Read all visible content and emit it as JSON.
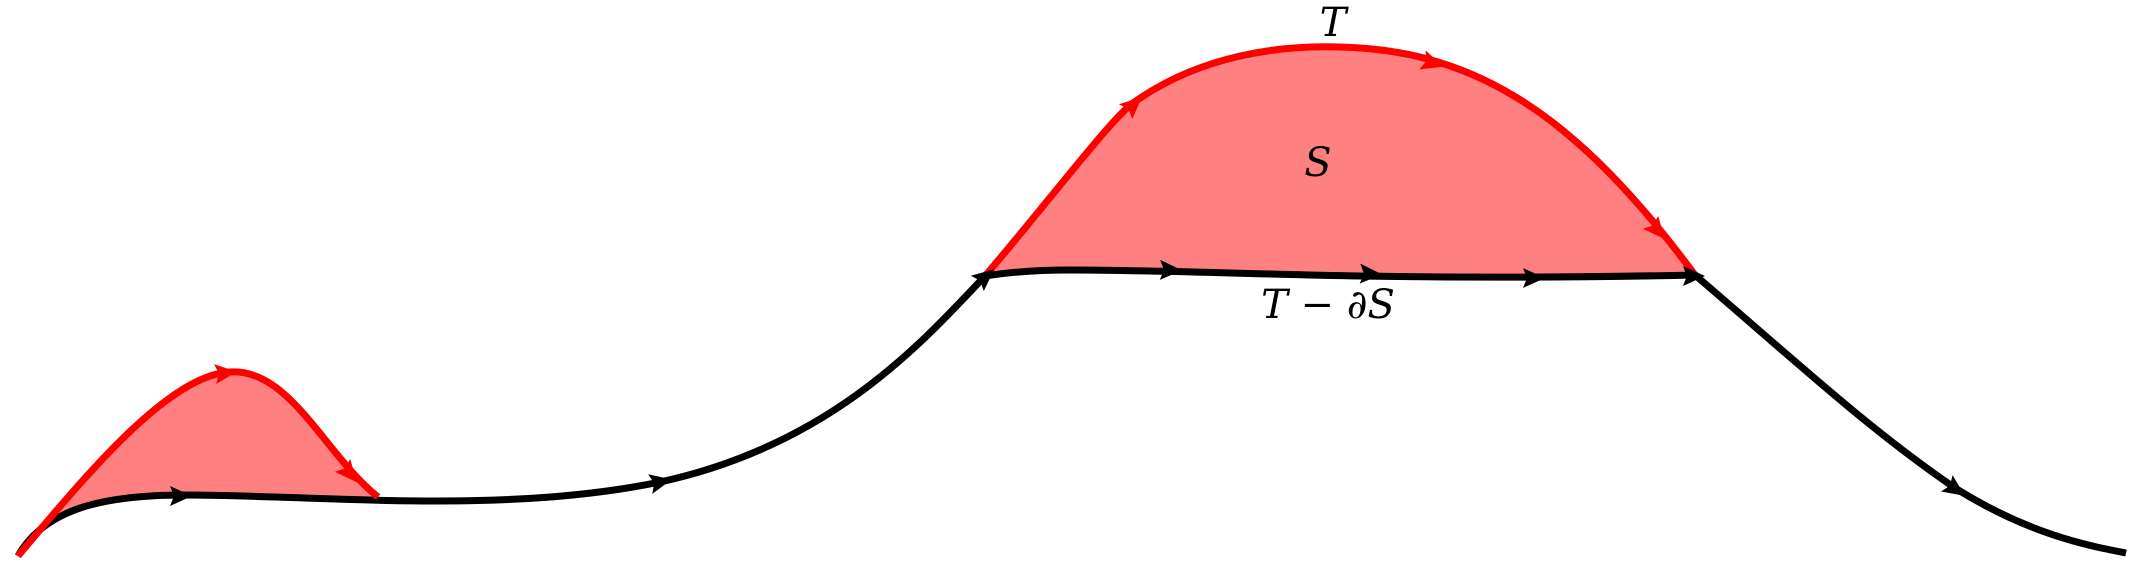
{
  "labels": {
    "top_curve": "T",
    "region": "S",
    "bottom_curve": "T − ∂S"
  },
  "colors": {
    "curve": "#000000",
    "boundary": "#ff0000",
    "region_fill": "#ff8080"
  },
  "icons": {
    "direction_marker": "arrowhead-icon"
  }
}
